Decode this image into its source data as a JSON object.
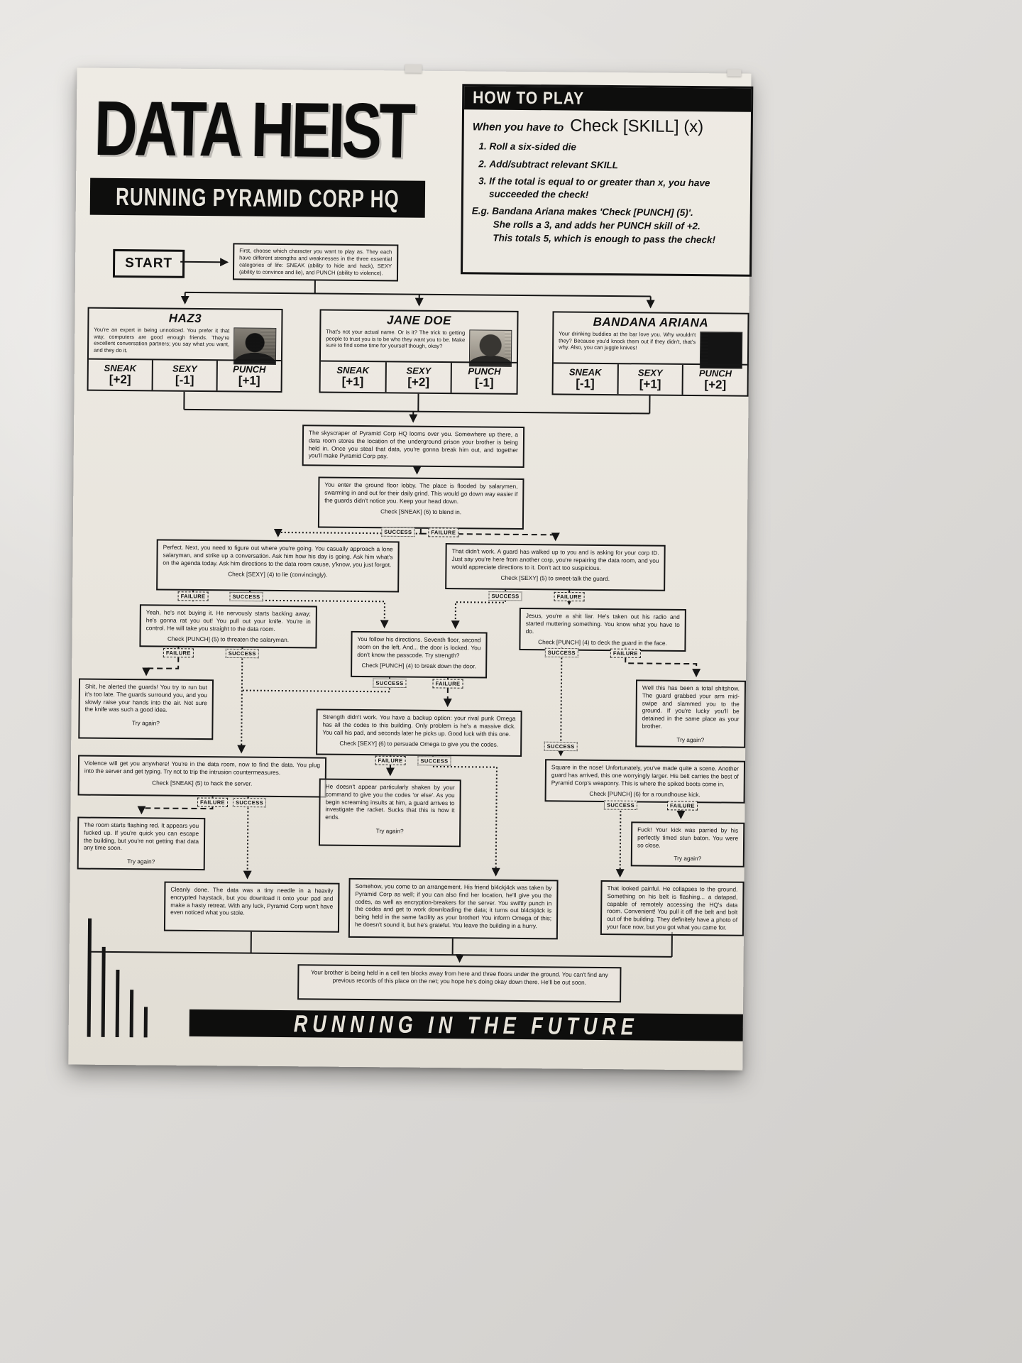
{
  "poster": {
    "title": "DATA HEIST",
    "subtitle": "RUNNING PYRAMID CORP HQ",
    "bottom_banner": "RUNNING IN THE FUTURE",
    "start_label": "START",
    "how_to_play": {
      "header": "HOW TO PLAY",
      "intro_prefix": "When you have to",
      "intro_check": "Check [SKILL] (x)",
      "steps": [
        "Roll a six-sided die",
        "Add/subtract relevant SKILL",
        "If the total is equal to or greater than x, you have succeeded the check!"
      ],
      "example_lines": [
        "E.g. Bandana Ariana makes 'Check [PUNCH] (5)'.",
        "She rolls a 3, and adds her PUNCH skill of +2.",
        "This totals 5, which is enough to pass the check!"
      ]
    },
    "labels": {
      "success": "SUCCESS",
      "failure": "FAILURE"
    },
    "intro_node": "First, choose which character you want to play as. They each have different strengths and weaknesses in the three essential categories of life: SNEAK (ability to hide and hack), SEXY (ability to convince and lie), and PUNCH (ability to violence).",
    "characters": [
      {
        "name": "HAZ3",
        "bio": "You're an expert in being unnoticed. You prefer it that way, computers are good enough friends. They're excellent conversation partners; you say what you want, and they do it.",
        "skills": [
          {
            "name": "SNEAK",
            "value": "[+2]"
          },
          {
            "name": "SEXY",
            "value": "[-1]"
          },
          {
            "name": "PUNCH",
            "value": "[+1]"
          }
        ]
      },
      {
        "name": "JANE DOE",
        "bio": "That's not your actual name. Or is it? The trick to getting people to trust you is to be who they want you to be. Make sure to find some time for yourself though, okay?",
        "skills": [
          {
            "name": "SNEAK",
            "value": "[+1]"
          },
          {
            "name": "SEXY",
            "value": "[+2]"
          },
          {
            "name": "PUNCH",
            "value": "[-1]"
          }
        ]
      },
      {
        "name": "BANDANA ARIANA",
        "bio": "Your drinking buddies at the bar love you. Why wouldn't they? Because you'd knock them out if they didn't, that's why. Also, you can juggle knives!",
        "skills": [
          {
            "name": "SNEAK",
            "value": "[-1]"
          },
          {
            "name": "SEXY",
            "value": "[+1]"
          },
          {
            "name": "PUNCH",
            "value": "[+2]"
          }
        ]
      }
    ],
    "nodes": {
      "skyscraper": {
        "text": "The skyscraper of Pyramid Corp HQ looms over you. Somewhere up there, a data room stores the location of the underground prison your brother is being held in. Once you steal that data, you're gonna break him out, and together you'll make Pyramid Corp pay."
      },
      "lobby": {
        "text": "You enter the ground floor lobby. The place is flooded by salarymen, swarming in and out for their daily grind. This would go down way easier if the guards didn't notice you. Keep your head down.",
        "check": "Check [SNEAK] (6) to blend in."
      },
      "perfect": {
        "text": "Perfect. Next, you need to figure out where you're going. You casually approach a lone salaryman, and strike up a conversation. Ask him how his day is going. Ask him what's on the agenda today. Ask him directions to the data room cause, y'know, you just forgot.",
        "check": "Check [SEXY] (4) to lie (convincingly)."
      },
      "guard_id": {
        "text": "That didn't work. A guard has walked up to you and is asking for your corp ID. Just say you're here from another corp, you're repairing the data room, and you would appreciate directions to it. Don't act too suspicious.",
        "check": "Check [SEXY] (5) to sweet-talk the guard."
      },
      "knife": {
        "text": "Yeah, he's not buying it. He nervously starts backing away; he's gonna rat you out! You pull out your knife. You're in control. He will take you straight to the data room.",
        "check": "Check [PUNCH] (5) to threaten the salaryman."
      },
      "jesus": {
        "text": "Jesus, you're a shit liar. He's taken out his radio and started muttering something. You know what you have to do.",
        "check": "Check [PUNCH] (4) to deck the guard in the face."
      },
      "locked_door": {
        "text": "You follow his directions. Seventh floor, second room on the left. And... the door is locked. You don't know the passcode. Try strength?",
        "check": "Check [PUNCH] (4) to break down the door."
      },
      "alerted": {
        "text": "Shit, he alerted the guards! You try to run but it's too late. The guards surround you, and you slowly raise your hands into the air. Not sure the knife was such a good idea.",
        "try_again": "Try again?"
      },
      "shitshow": {
        "text": "Well this has been a total shitshow. The guard grabbed your arm mid-swipe and slammed you to the ground. If you're lucky you'll be detained in the same place as your brother.",
        "try_again": "Try again?"
      },
      "omega": {
        "text": "Strength didn't work. You have a backup option: your rival punk Omega has all the codes to this building. Only problem is he's a massive dick. You call his pad, and seconds later he picks up. Good luck with this one.",
        "check": "Check [SEXY] (6) to persuade Omega to give you the codes."
      },
      "data_room": {
        "text": "Violence will get you anywhere! You're in the data room, now to find the data. You plug into the server and get typing. Try not to trip the intrusion countermeasures.",
        "check": "Check [SNEAK] (5) to hack the server."
      },
      "big_guard": {
        "text": "Square in the nose! Unfortunately, you've made quite a scene. Another guard has arrived, this one worryingly larger. His belt carries the best of Pyramid Corp's weaponry. This is where the spiked boots come in.",
        "check": "Check [PUNCH] (6) for a roundhouse kick."
      },
      "omega_fail": {
        "text": "He doesn't appear particularly shaken by your command to give you the codes 'or else'. As you begin screaming insults at him, a guard arrives to investigate the racket. Sucks that this is how it ends.",
        "try_again": "Try again?"
      },
      "flashing_red": {
        "text": "The room starts flashing red. It appears you fucked up. If you're quick you can escape the building, but you're not getting that data any time soon.",
        "try_again": "Try again?"
      },
      "stun_baton": {
        "text": "Fuck! Your kick was parried by his perfectly timed stun baton. You were so close.",
        "try_again": "Try again?"
      },
      "cleanly_done": {
        "text": "Cleanly done. The data was a tiny needle in a heavily encrypted haystack, but you download it onto your pad and make a hasty retreat. With any luck, Pyramid Corp won't have even noticed what you stole."
      },
      "omega_deal": {
        "text": "Somehow, you come to an arrangement. His friend bl4ckj4ck was taken by Pyramid Corp as well; if you can also find her location, he'll give you the codes, as well as encryption-breakers for the server. You swiftly punch in the codes and get to work downloading the data; it turns out bl4ckj4ck is being held in the same facility as your brother! You inform Omega of this; he doesn't sound it, but he's grateful. You leave the building in a hurry."
      },
      "datapad": {
        "text": "That looked painful. He collapses to the ground. Something on his belt is flashing... a datapad, capable of remotely accessing the HQ's data room. Convenient! You pull it off the belt and bolt out of the building. They definitely have a photo of your face now, but you got what you came for."
      },
      "ending": {
        "text": "Your brother is being held in a cell ten blocks away from here and three floors under the ground. You can't find any previous records of this place on the net; you hope he's doing okay down there. He'll be out soon."
      }
    }
  }
}
